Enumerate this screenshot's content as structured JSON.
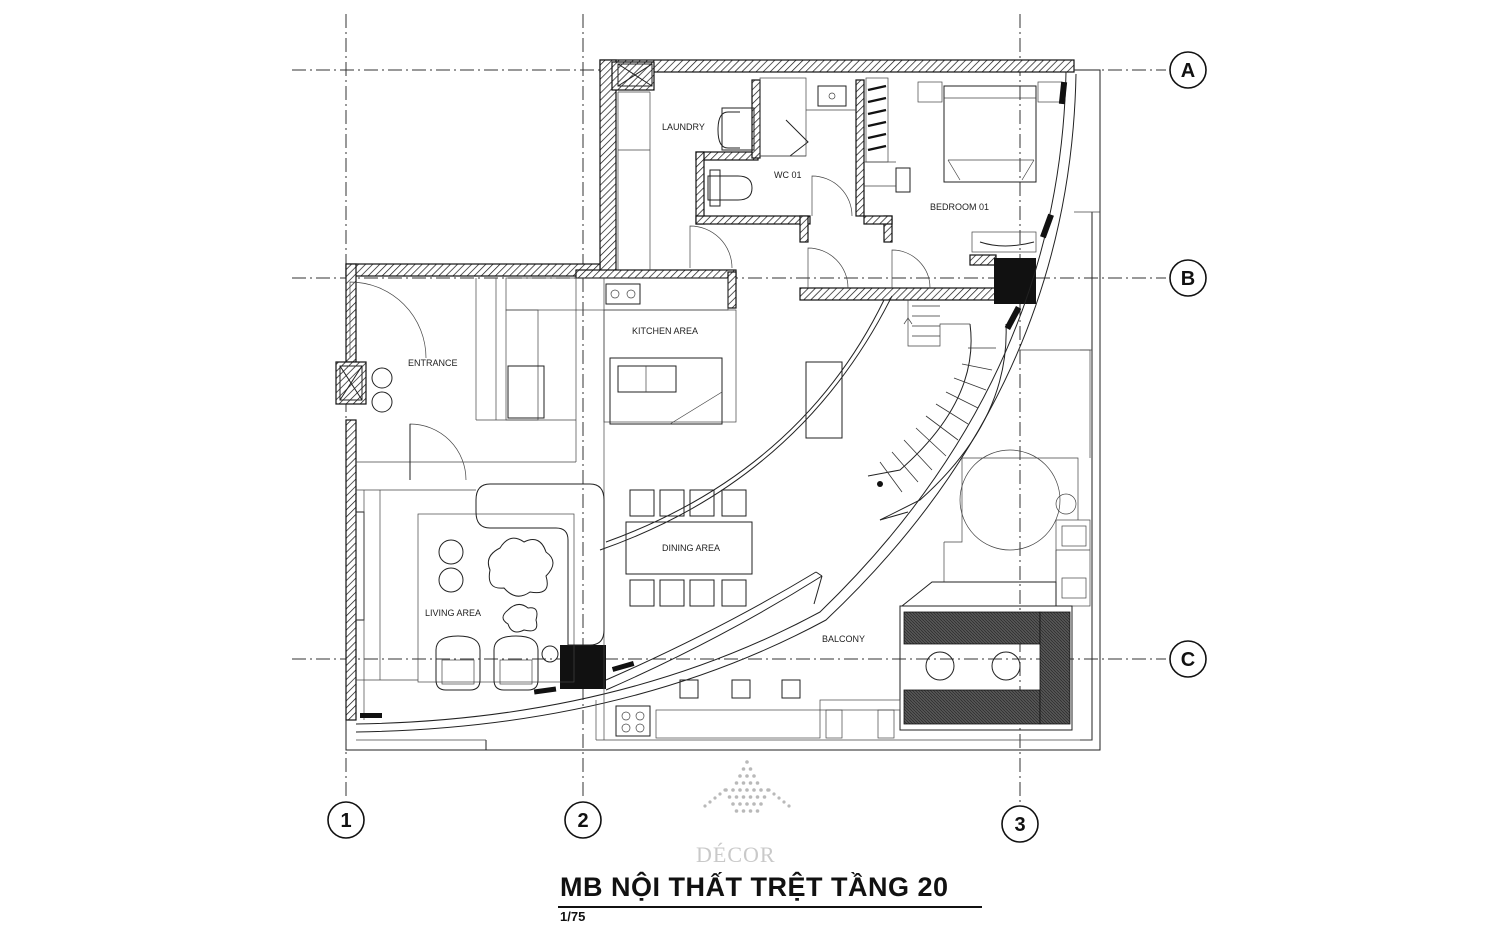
{
  "drawing": {
    "title": "MB NỘI THẤT TRỆT TẦNG 20",
    "scale": "1/75",
    "brand": "DÉCOR"
  },
  "grid_axes": {
    "rows": [
      "A",
      "B",
      "C"
    ],
    "columns": [
      "1",
      "2",
      "3"
    ]
  },
  "rooms": {
    "laundry": "LAUNDRY",
    "wc": "WC 01",
    "bedroom": "BEDROOM 01",
    "kitchen": "KITCHEN AREA",
    "entrance": "ENTRANCE",
    "dining": "DINING AREA",
    "living": "LIVING AREA",
    "balcony": "BALCONY"
  },
  "icons": {
    "brand_mark": "diamond-dots-logo-icon"
  }
}
